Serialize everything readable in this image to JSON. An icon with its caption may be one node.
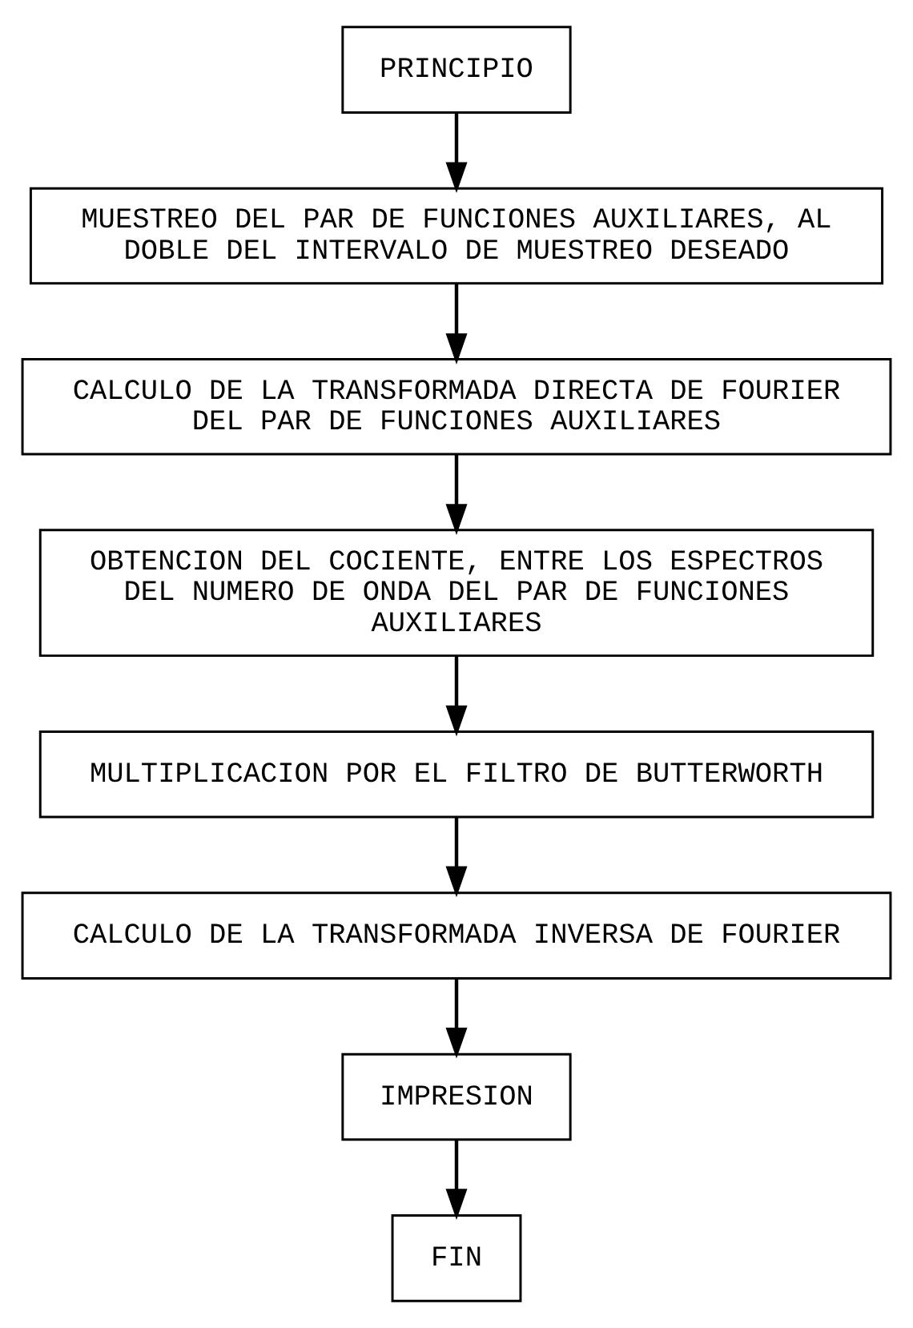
{
  "diagram": {
    "nodes": [
      {
        "text": [
          "PRINCIPIO"
        ]
      },
      {
        "text": [
          "MUESTREO DEL PAR DE FUNCIONES AUXILIARES, AL DOBLE DEL INTERVALO DE MUESTREO DESEADO"
        ]
      },
      {
        "text": [
          "CALCULO DE LA TRANSFORMADA DIRECTA DE FOURIER DEL PAR DE FUNCIONES AUXILIARES"
        ]
      },
      {
        "text": [
          "OBTENCION DEL COCIENTE, ENTRE LOS ESPECTROS DEL NUMERO DE ONDA DEL PAR DE FUNCIONES AUXILIARES"
        ]
      },
      {
        "text": [
          "MULTIPLICACION POR EL FILTRO DE BUTTERWORTH"
        ]
      },
      {
        "text": [
          "CALCULO DE LA TRANSFORMADA INVERSA DE FOURIER"
        ]
      },
      {
        "text": [
          "IMPRESION"
        ]
      },
      {
        "text": [
          "FIN"
        ]
      }
    ],
    "edges": [
      {
        "from": 0,
        "to": 1,
        "arrow": "to"
      },
      {
        "from": 1,
        "to": 2,
        "arrow": "to"
      },
      {
        "from": 2,
        "to": 3,
        "arrow": "to"
      },
      {
        "from": 3,
        "to": 4,
        "arrow": "to"
      },
      {
        "from": 4,
        "to": 5,
        "arrow": "to"
      },
      {
        "from": 5,
        "to": 6,
        "arrow": "to"
      },
      {
        "from": 6,
        "to": 7,
        "arrow": "to"
      }
    ]
  }
}
